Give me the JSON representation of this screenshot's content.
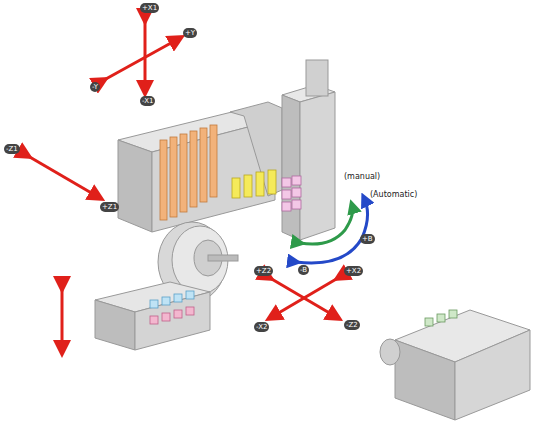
{
  "diagram": {
    "labels": [
      "+X1",
      "-X1",
      "+Y",
      "-Y",
      "-Z1",
      "+Z1",
      "(manual)",
      "(Automatic)",
      "+B",
      "-B",
      "+Z2",
      "+X2",
      "-X2",
      "-Z2"
    ]
  }
}
